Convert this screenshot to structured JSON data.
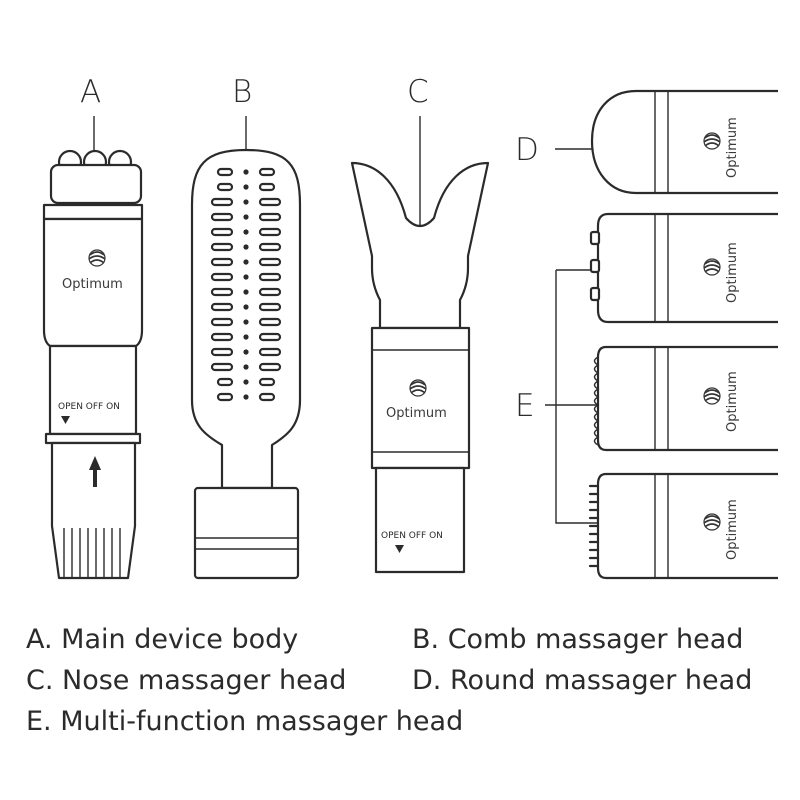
{
  "labels": {
    "a": "A",
    "b": "B",
    "c": "C",
    "d": "D",
    "e": "E"
  },
  "brand": "Optimum",
  "switch_label": "OPEN OFF ON",
  "legend": {
    "a": "A. Main device body",
    "b": "B. Comb massager head",
    "c": "C. Nose massager head",
    "d": "D. Round massager head",
    "e": "E. Multi-function massager head"
  },
  "colors": {
    "ink": "#2b2b2b",
    "background": "#ffffff"
  },
  "icons": {
    "arrow": "up-arrow-icon",
    "logo": "optimum-logo-icon",
    "switch_pointer": "triangle-down-icon"
  }
}
